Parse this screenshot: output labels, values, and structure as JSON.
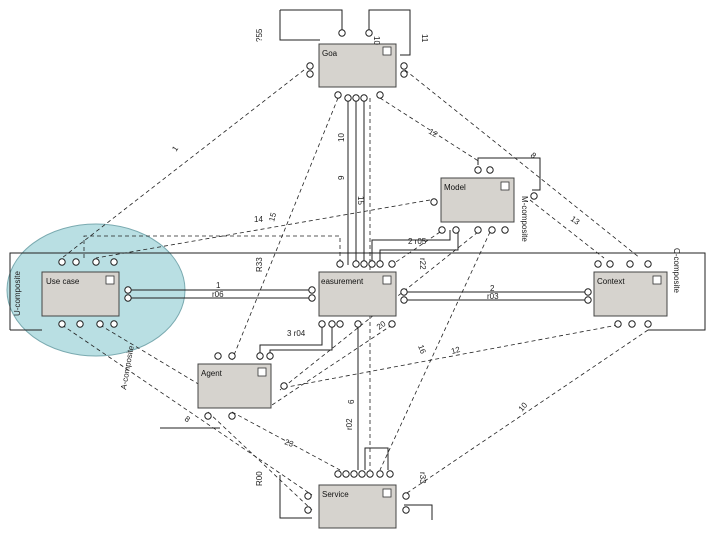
{
  "colors": {
    "entity_fill": "#d6d3ce",
    "entity_stroke": "#444444",
    "line": "#222222",
    "ellipse_fill": "#b9dfe3",
    "ellipse_stroke": "#7aaab0"
  },
  "entities": {
    "goal": "Goa",
    "model": "Model",
    "usecase": "Use case",
    "measurement": "easurement",
    "context": "Context",
    "agent": "Agent",
    "service": "Service"
  },
  "labels": {
    "g_l1": "?55",
    "g_l2": "10",
    "g_l3": "11",
    "g_l4": "1",
    "g_l5": "12",
    "g_l6": "8",
    "g_l7": "10",
    "g_l8": "9",
    "g_l9": "15",
    "m_l1": "M-composite",
    "m_l2": "13",
    "m_l3": "14",
    "m_l4": "15",
    "m_l5": "2 r05",
    "m_l6": "r22",
    "m_l7": "R33",
    "u_l1": "U-composite",
    "u_l2": "1",
    "u_l3": "r06",
    "u_l4": "A-composite",
    "u_l5": "8",
    "me_l1": "2",
    "me_l2": "r03",
    "me_l3": "3 r04",
    "me_l4": "20",
    "me_l5": "16",
    "c_l1": "C-composite",
    "c_l2": "12",
    "c_l3": "10",
    "s_l1": "r02",
    "s_l2": "6",
    "s_l3": "23",
    "s_l4": "R00",
    "s_l5": "r33"
  }
}
